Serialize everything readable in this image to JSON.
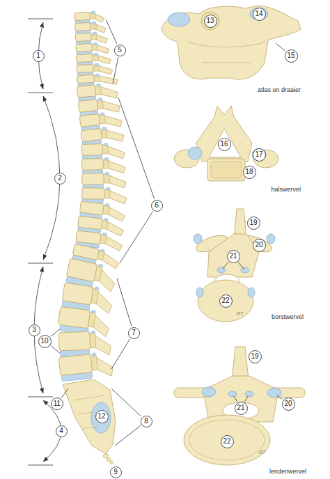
{
  "diagram": {
    "nodes": [
      {
        "text": [
          "1"
        ]
      },
      {
        "text": [
          "2"
        ]
      },
      {
        "text": [
          "3"
        ]
      },
      {
        "text": [
          "4"
        ]
      },
      {
        "text": [
          "5"
        ]
      },
      {
        "text": [
          "6"
        ]
      },
      {
        "text": [
          "7"
        ]
      },
      {
        "text": [
          "8"
        ]
      },
      {
        "text": [
          "9"
        ]
      },
      {
        "text": [
          "10"
        ]
      },
      {
        "text": [
          "11"
        ]
      },
      {
        "text": [
          "12"
        ]
      },
      {
        "text": [
          "13"
        ]
      },
      {
        "text": [
          "14"
        ]
      },
      {
        "text": [
          "15"
        ]
      },
      {
        "text": [
          "16"
        ]
      },
      {
        "text": [
          "17"
        ]
      },
      {
        "text": [
          "18"
        ]
      },
      {
        "text": [
          "19"
        ]
      },
      {
        "text": [
          "20"
        ]
      },
      {
        "text": [
          "21"
        ]
      },
      {
        "text": [
          "22"
        ]
      },
      {
        "text": [
          "19"
        ]
      },
      {
        "text": [
          "20"
        ]
      },
      {
        "text": [
          "21"
        ]
      },
      {
        "text": [
          "22"
        ]
      }
    ],
    "labels": [
      "atlas en draaier",
      "halswervel",
      "borstwervel",
      "lendenwervel",
      "RT",
      "RT"
    ]
  }
}
